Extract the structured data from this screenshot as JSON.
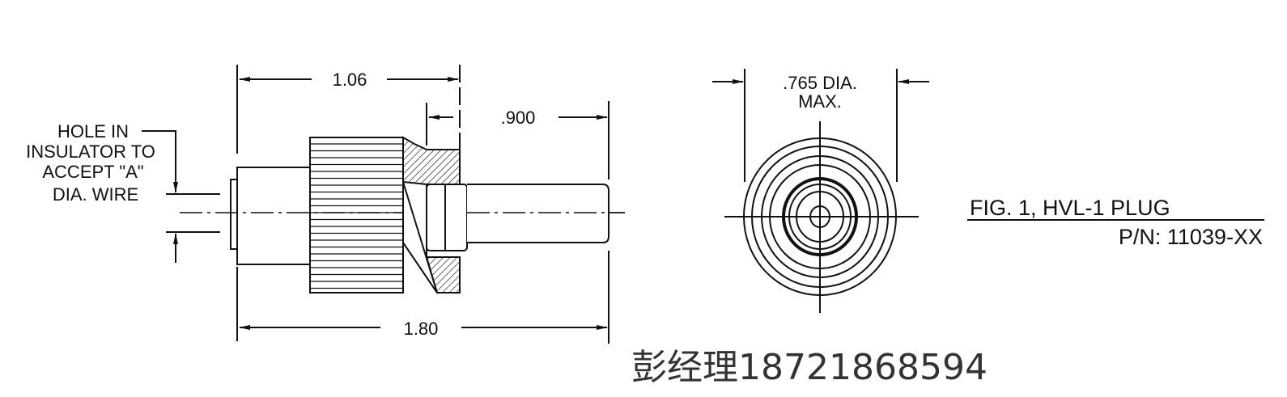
{
  "dimensions": {
    "overall_length": "1.06",
    "pin_length": ".900",
    "total_length": "1.80",
    "diameter_line1": ".765 DIA.",
    "diameter_line2": "MAX."
  },
  "note": {
    "line1": "HOLE IN",
    "line2": "INSULATOR TO",
    "line3": "ACCEPT \"A\"",
    "line4": "DIA. WIRE"
  },
  "caption": {
    "title": "FIG. 1, HVL-1 PLUG",
    "part_number": "P/N: 11039-XX"
  },
  "contact": "彭经理18721868594"
}
